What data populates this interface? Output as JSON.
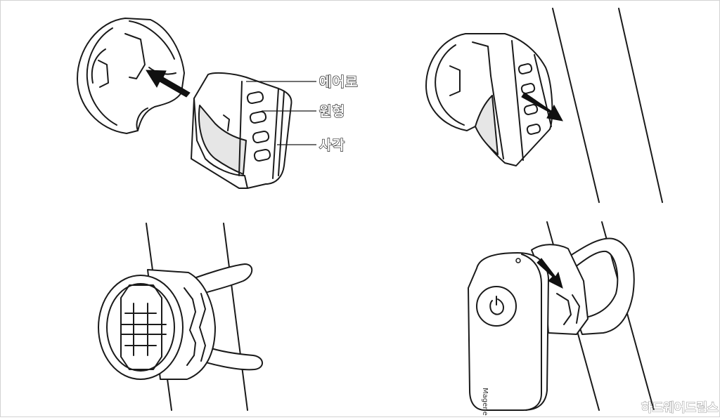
{
  "labels": {
    "aero": "에어로",
    "round": "원형",
    "square": "사각"
  },
  "product": {
    "brand_text": "Magene"
  },
  "watermark": {
    "text": "하드웨어드림스"
  },
  "colors": {
    "line": "#1a1a1a",
    "background": "#ffffff",
    "shade": "#e6e6e6"
  }
}
